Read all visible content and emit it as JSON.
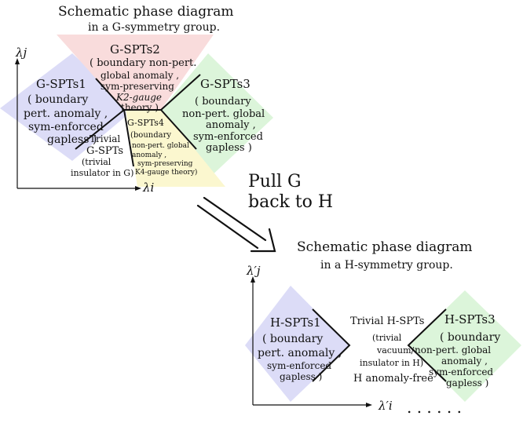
{
  "top": {
    "title_line1": "Schematic phase diagram",
    "title_line2": "in a G-symmetry group.",
    "axis_y": "λj",
    "axis_x": "λi",
    "region1": {
      "title": "G-SPTs1",
      "lines": [
        "( boundary",
        "pert. anomaly ,",
        "sym-enforced",
        "gapless )"
      ]
    },
    "region2": {
      "title": "G-SPTs2",
      "lines": [
        "( boundary non-pert.",
        "global anomaly ,",
        "sym-preserving",
        "K2-gauge",
        "theory )"
      ]
    },
    "region3": {
      "title": "G-SPTs3",
      "lines": [
        "( boundary",
        "non-pert. global",
        "anomaly ,",
        "sym-enforced",
        "gapless )"
      ]
    },
    "region4": {
      "title": "G-SPTs4",
      "lines": [
        "(boundary",
        "non-pert. global",
        "anomaly ,",
        "sym-preserving",
        "K4-gauge theory)"
      ]
    },
    "trivial": {
      "lines": [
        "Trivial",
        "G-SPTs",
        "(trivial",
        "insulator in G)"
      ]
    }
  },
  "arrow": {
    "line1": "Pull G",
    "line2": "back to H"
  },
  "bottom": {
    "title_line1": "Schematic phase diagram",
    "title_line2": "in a H-symmetry group.",
    "axis_y": "λ′j",
    "axis_x": "λ′i",
    "dots": ". . . . . .",
    "region1": {
      "title": "H-SPTs1",
      "lines": [
        "( boundary",
        "pert. anomaly ,",
        "sym-enforced",
        "gapless )"
      ]
    },
    "region3": {
      "title": "H-SPTs3",
      "lines": [
        "( boundary",
        "non-pert. global",
        "anomaly ,",
        "sym-enforced",
        "gapless )"
      ]
    },
    "trivial": {
      "lines": [
        "Trivial H-SPTs",
        "(trivial",
        "vacuum/",
        "insulator in H)",
        "H anomaly-free"
      ]
    }
  },
  "colors": {
    "blue": "#dcdcf7",
    "pink": "#f9dcdc",
    "green": "#dcf5da",
    "yellow": "#fbf7cf",
    "line": "#111111"
  }
}
